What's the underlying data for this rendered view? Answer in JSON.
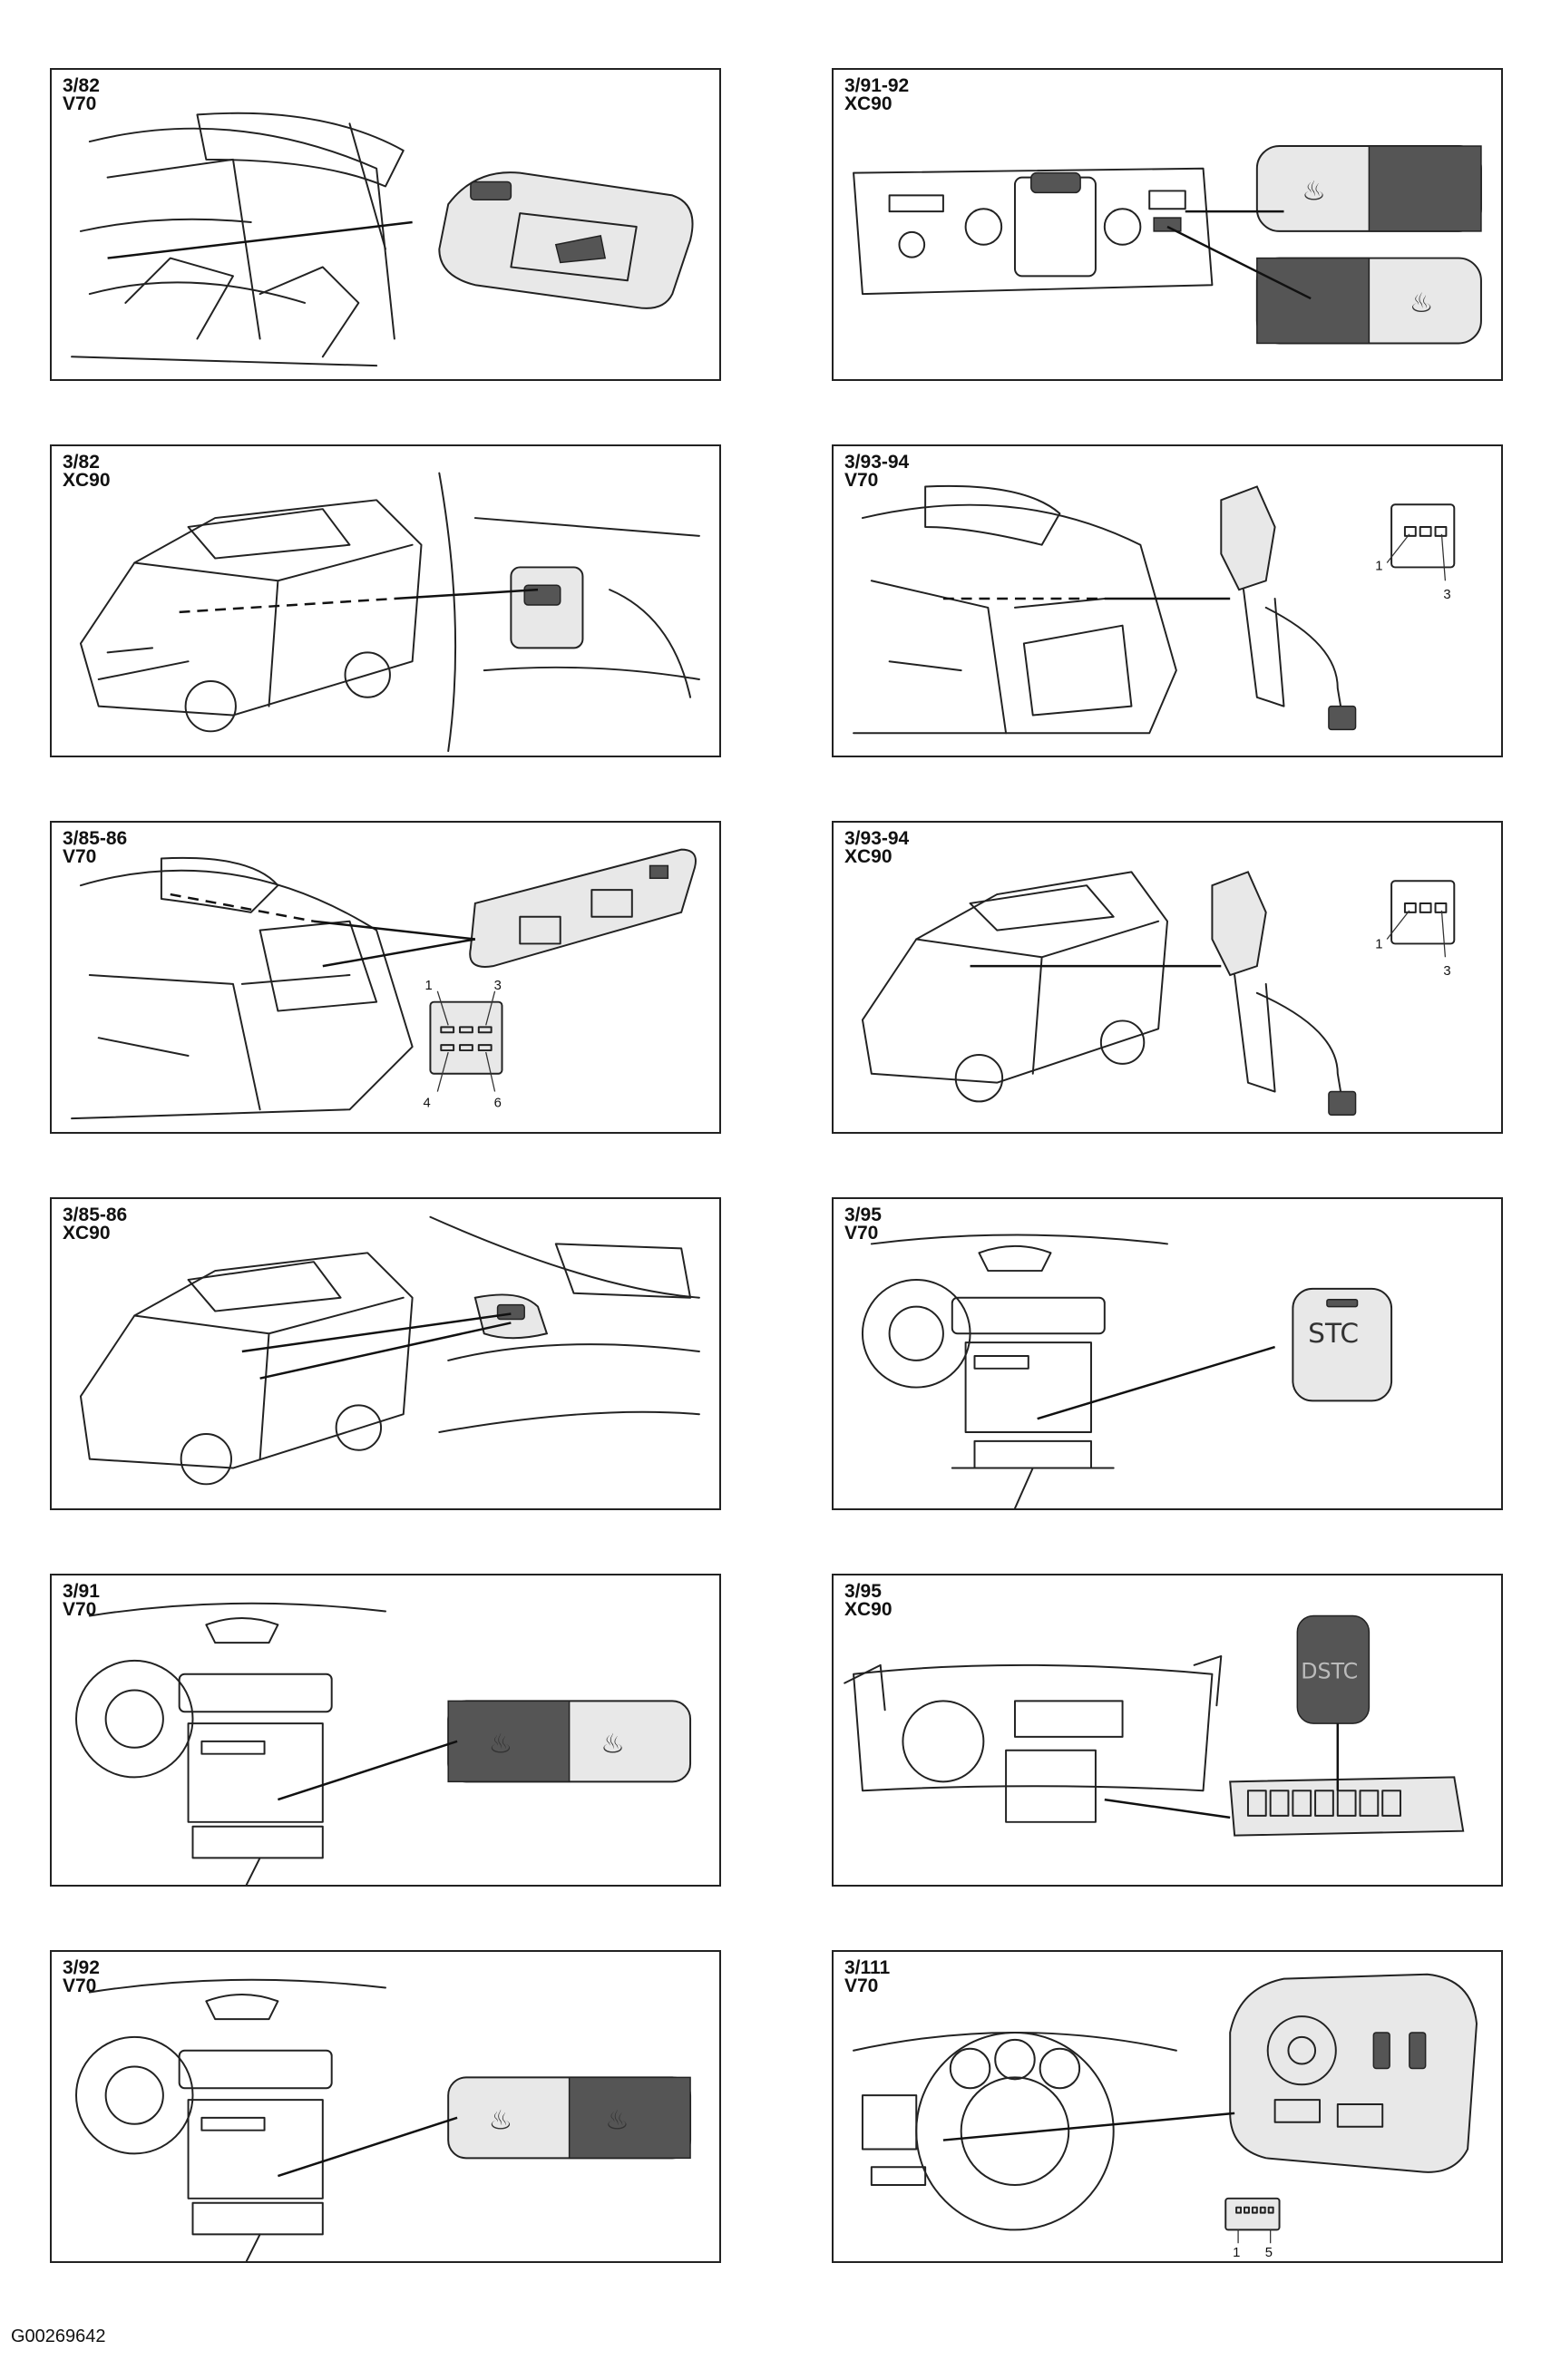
{
  "panels": [
    {
      "code": "3/82",
      "model": "V70"
    },
    {
      "code": "3/91-92",
      "model": "XC90"
    },
    {
      "code": "3/82",
      "model": "XC90"
    },
    {
      "code": "3/93-94",
      "model": "V70"
    },
    {
      "code": "3/85-86",
      "model": "V70"
    },
    {
      "code": "3/93-94",
      "model": "XC90"
    },
    {
      "code": "3/85-86",
      "model": "XC90"
    },
    {
      "code": "3/95",
      "model": "V70"
    },
    {
      "code": "3/91",
      "model": "V70"
    },
    {
      "code": "3/95",
      "model": "XC90"
    },
    {
      "code": "3/92",
      "model": "V70"
    },
    {
      "code": "3/111",
      "model": "V70"
    }
  ],
  "pins": {
    "p4_1": "1",
    "p4_3": "3",
    "p5_1": "1",
    "p5_3": "3",
    "p5_4": "4",
    "p5_6": "6",
    "p6_1": "1",
    "p6_3": "3",
    "p12_1": "1",
    "p12_5": "5"
  },
  "buttons": {
    "stc": "STC",
    "dstc": "DSTC"
  },
  "figure_code": "G00269642"
}
